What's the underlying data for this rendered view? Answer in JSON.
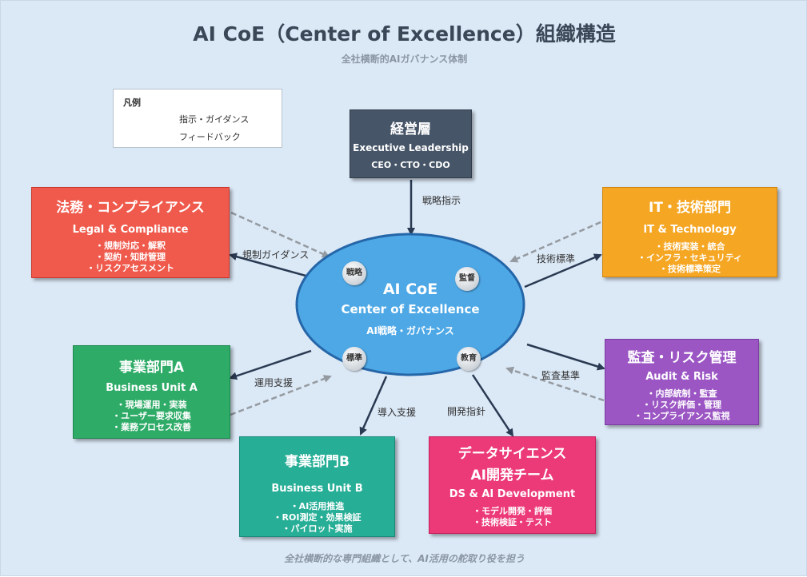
{
  "header": {
    "title": "AI CoE（Center of Excellence）組織構造",
    "subtitle": "全社横断的AIガバナンス体制"
  },
  "legend": {
    "title": "凡例",
    "solid_label": "指示・ガイダンス",
    "dashed_label": "フィードバック"
  },
  "center": {
    "title": "AI CoE",
    "subtitle": "Center of Excellence",
    "desc": "AI戦略・ガバナンス",
    "badges": [
      "戦略",
      "監督",
      "標準",
      "教育"
    ]
  },
  "nodes": {
    "exec": {
      "title": "経営層",
      "en": "Executive Leadership",
      "sub": "CEO・CTO・CDO",
      "color": "#465568"
    },
    "legal": {
      "title": "法務・コンプライアンス",
      "en": "Legal & Compliance",
      "items": [
        "・規制対応・解釈",
        "・契約・知財管理",
        "・リスクアセスメント"
      ],
      "color": "#ef5a4c"
    },
    "it": {
      "title": "IT・技術部門",
      "en": "IT & Technology",
      "items": [
        "・技術実装・統合",
        "・インフラ・セキュリティ",
        "・技術標準策定"
      ],
      "color": "#f5a623"
    },
    "bua": {
      "title": "事業部門A",
      "en": "Business Unit A",
      "items": [
        "・現場運用・実装",
        "・ユーザー要求収集",
        "・業務プロセス改善"
      ],
      "color": "#2eab67"
    },
    "audit": {
      "title": "監査・リスク管理",
      "en": "Audit & Risk",
      "items": [
        "・内部統制・監査",
        "・リスク評価・管理",
        "・コンプライアンス監視"
      ],
      "color": "#9b56c4"
    },
    "bub": {
      "title": "事業部門B",
      "en": "Business Unit B",
      "items": [
        "・AI活用推進",
        "・ROI測定・効果検証",
        "・パイロット実施"
      ],
      "color": "#27ae96"
    },
    "ds": {
      "title": "データサイエンス",
      "title2": "AI開発チーム",
      "en": "DS & AI Development",
      "items": [
        "・モデル開発・評価",
        "・技術検証・テスト"
      ],
      "color": "#ec3a78"
    }
  },
  "edge_labels": {
    "strategy": "戦略指示",
    "regulation": "規制ガイダンス",
    "tech_std": "技術標準",
    "ops_support": "運用支援",
    "audit_std": "監査基準",
    "intro_support": "導入支援",
    "dev_guide": "開発指針"
  },
  "footer": "全社横断的な専門組織として、AI活用の舵取り役を担う",
  "colors": {
    "background": "#dbe8f6",
    "ellipse": "#4ea8e6",
    "ellipse_border": "#2566a8",
    "line": "#2a3a52",
    "dashed": "#949aa0"
  }
}
